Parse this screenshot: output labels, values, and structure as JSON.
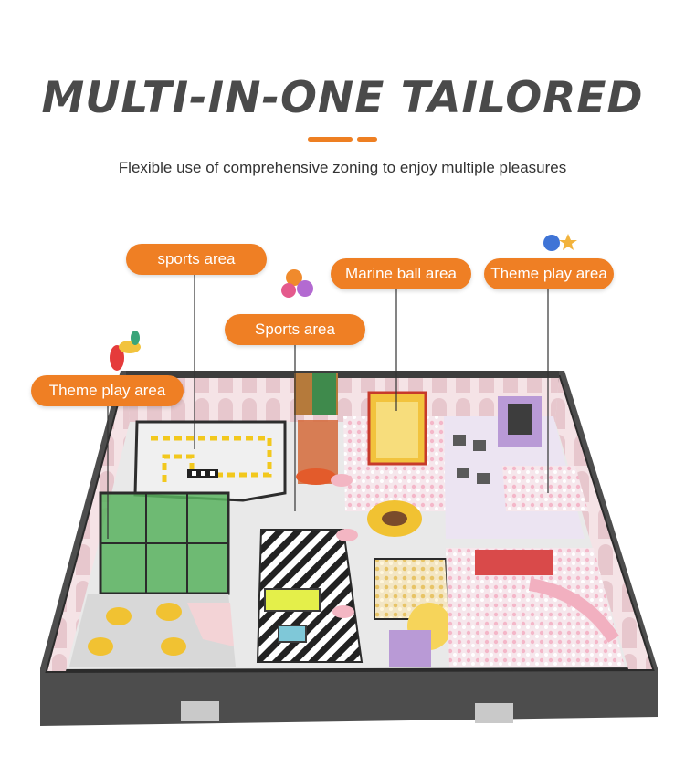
{
  "header": {
    "title": "MULTI-IN-ONE TAILORED",
    "subtitle": "Flexible use of comprehensive zoning to enjoy multiple pleasures"
  },
  "labels": {
    "sports_area_left": "sports area",
    "sports_area_mid": "Sports area",
    "marine_ball_area": "Marine ball area",
    "theme_play_area_right": "Theme play area",
    "theme_play_area_left": "Theme play area"
  },
  "colors": {
    "accent": "#ef7f24",
    "title": "#4a4a4a",
    "wall": "#4a4a4a",
    "floor": "#e9e9e9",
    "ball_pit": "#f2dbe3",
    "lavender": "#b99ad6"
  }
}
